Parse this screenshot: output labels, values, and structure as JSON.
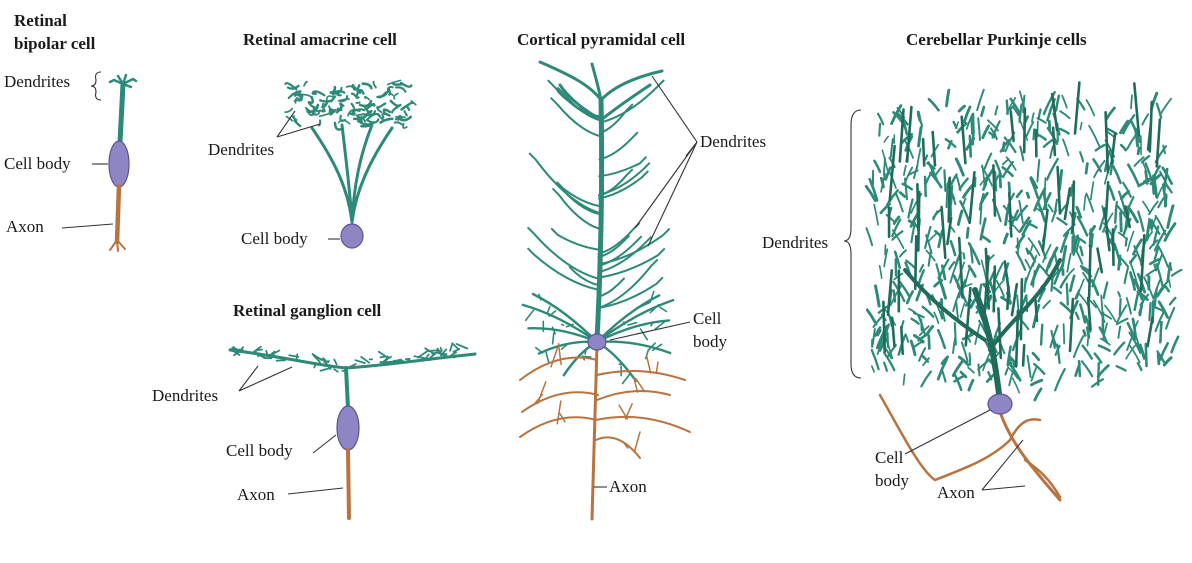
{
  "titles": {
    "bipolar_line1": "Retinal",
    "bipolar_line2": "bipolar cell",
    "amacrine": "Retinal amacrine cell",
    "pyramidal": "Cortical pyramidal cell",
    "purkinje": "Cerebellar Purkinje cells",
    "ganglion": "Retinal ganglion cell"
  },
  "labels": {
    "bipolar_dendrites": "Dendrites",
    "bipolar_cell_body": "Cell body",
    "bipolar_axon": "Axon",
    "amacrine_dendrites": "Dendrites",
    "amacrine_cell_body": "Cell body",
    "ganglion_dendrites": "Dendrites",
    "ganglion_cell_body": "Cell body",
    "ganglion_axon": "Axon",
    "pyramidal_dendrites": "Dendrites",
    "pyramidal_cell_line1": "Cell",
    "pyramidal_cell_line2": "body",
    "pyramidal_axon": "Axon",
    "purkinje_dendrites": "Dendrites",
    "purkinje_cell_line1": "Cell",
    "purkinje_cell_line2": "body",
    "purkinje_axon": "Axon"
  },
  "colors": {
    "dendrite": "#2e8a78",
    "axon": "#b8733f",
    "soma": "#8e86c4"
  }
}
